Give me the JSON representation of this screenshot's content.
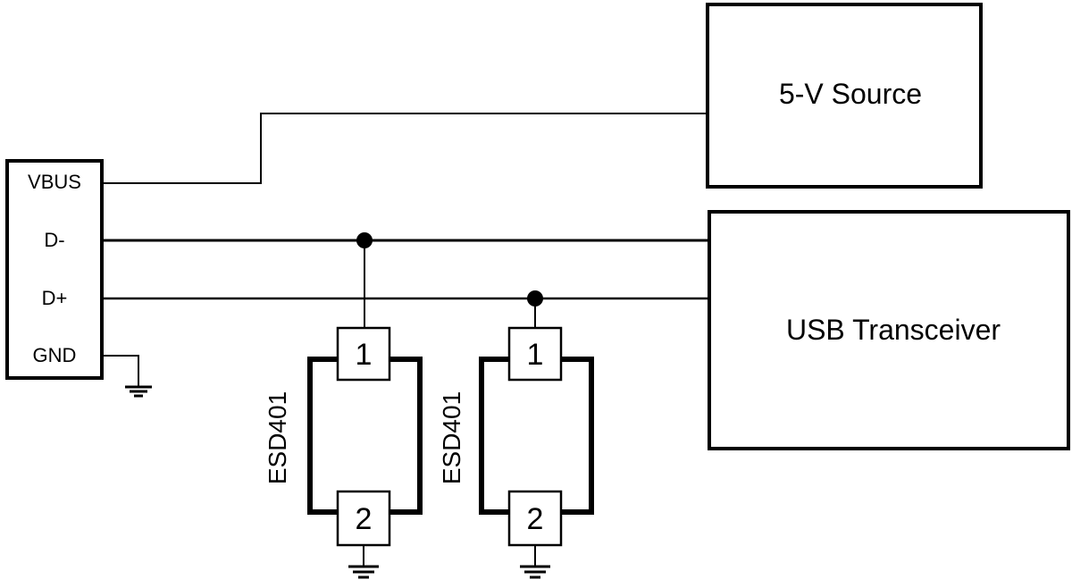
{
  "connector": {
    "pins": [
      "VBUS",
      "D-",
      "D+",
      "GND"
    ]
  },
  "blocks": {
    "source": "5-V Source",
    "transceiver": "USB Transceiver"
  },
  "esd_devices": [
    {
      "part": "ESD401",
      "pin1": "1",
      "pin2": "2"
    },
    {
      "part": "ESD401",
      "pin1": "1",
      "pin2": "2"
    }
  ]
}
